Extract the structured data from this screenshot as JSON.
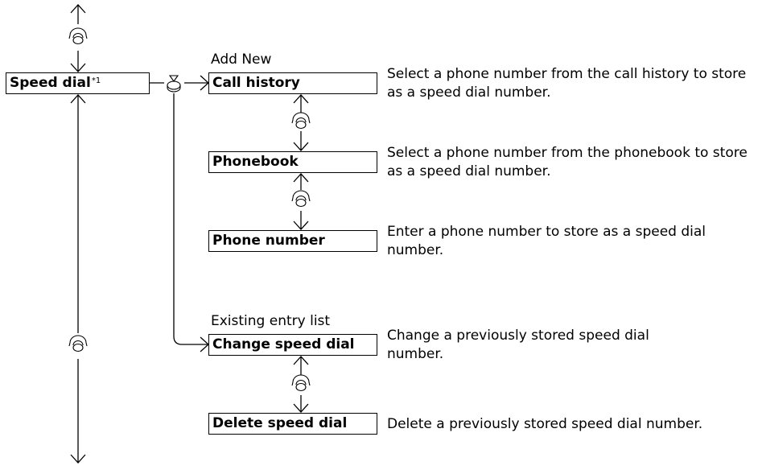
{
  "root": {
    "label": "Speed dial",
    "footnote": "*1"
  },
  "groups": {
    "add_new": "Add New",
    "existing": "Existing entry list"
  },
  "options": [
    {
      "label": "Call history",
      "description": "Select a phone number from the call history to store as a speed dial number."
    },
    {
      "label": "Phonebook",
      "description": "Select a phone number from the phonebook to store as a speed dial number."
    },
    {
      "label": "Phone number",
      "description": "Enter a phone number to store as a speed dial number."
    },
    {
      "label": "Change speed dial",
      "description": "Change a previously stored speed dial number."
    },
    {
      "label": "Delete speed dial",
      "description": "Delete a previously stored speed dial number."
    }
  ],
  "icons": {
    "rotate": "interface-dial-rotate-icon",
    "press": "interface-dial-press-icon"
  }
}
